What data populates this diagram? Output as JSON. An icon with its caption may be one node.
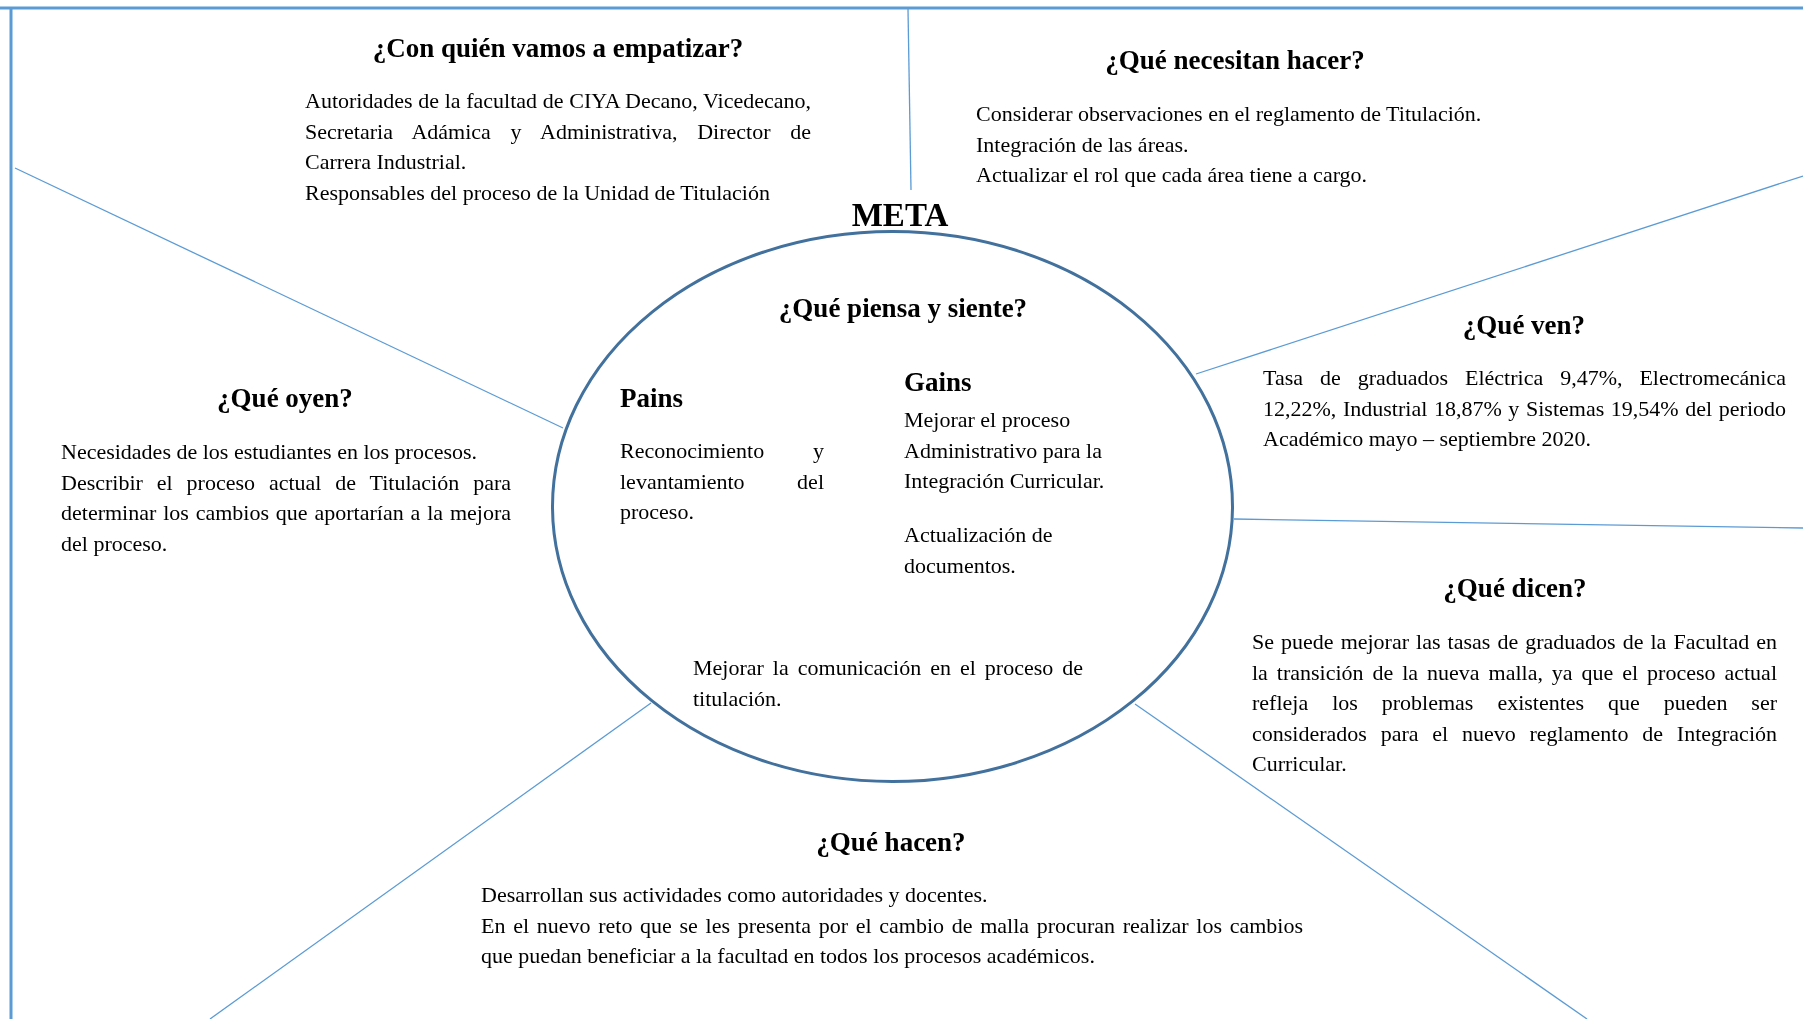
{
  "diagram": {
    "nodes": [
      {
        "text": [
          "META",
          "¿Qué piensa y siente?",
          "Pains",
          "Reconocimiento y levantamiento del proceso.",
          "Gains",
          "Mejorar el proceso Administrativo para la Integración Curricular.",
          "Actualización de documentos.",
          "Mejorar la comunicación en el proceso de titulación."
        ]
      }
    ],
    "edges": [],
    "labels": [
      "¿Con quién vamos a empatizar?",
      "Autoridades de la facultad de CIYA Decano, Vicedecano, Secretaria Adámica y Administrativa, Director de Carrera Industrial.",
      "Responsables del proceso de la Unidad de Titulación",
      "¿Qué necesitan hacer?",
      "Considerar observaciones en el reglamento de Titulación.",
      "Integración de las áreas.",
      "Actualizar el rol que cada área tiene a cargo.",
      "¿Qué ven?",
      "Tasa de graduados Eléctrica 9,47%, Electromecánica 12,22%, Industrial 18,87% y Sistemas 19,54% del periodo Académico mayo – septiembre 2020.",
      "¿Qué oyen?",
      "Necesidades de los estudiantes en los procesos.",
      "Describir el proceso actual de Titulación para determinar los cambios que aportarían a la mejora del proceso.",
      "¿Qué dicen?",
      "Se puede mejorar las tasas de graduados de la Facultad en la transición de la nueva malla, ya que el proceso actual refleja los problemas existentes que pueden ser considerados para el nuevo reglamento de Integración Curricular.",
      "¿Qué hacen?",
      "Desarrollan sus actividades como autoridades y docentes.",
      "En el nuevo reto que se les presenta por el cambio de malla procuran realizar los cambios que puedan beneficiar a la facultad en todos los procesos académicos."
    ]
  }
}
